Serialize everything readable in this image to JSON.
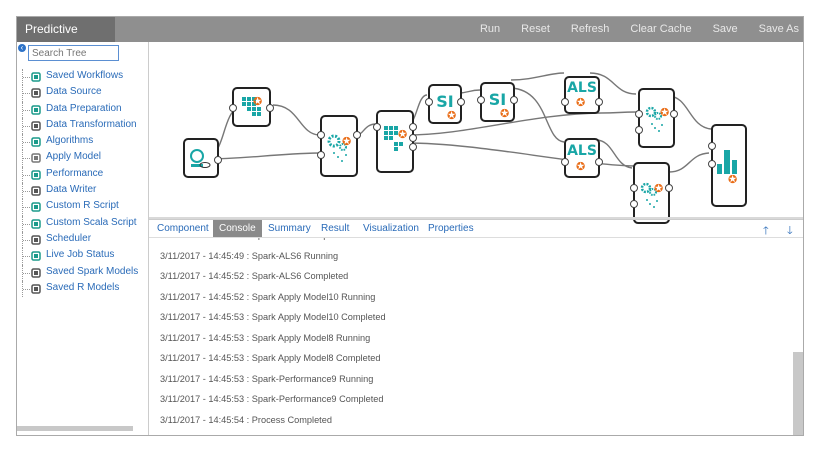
{
  "app": {
    "title": "Predictive Analysis"
  },
  "toolbar": {
    "buttons": [
      "Run",
      "Reset",
      "Refresh",
      "Clear Cache",
      "Save",
      "Save As"
    ]
  },
  "search": {
    "placeholder": "Search Tree"
  },
  "tree": [
    {
      "label": "Saved Workflows",
      "icon": "saved-workflows-icon",
      "color": "#1a9a8a"
    },
    {
      "label": "Data Source",
      "icon": "database-icon",
      "color": "#555555"
    },
    {
      "label": "Data Preparation",
      "icon": "data-preparation-icon",
      "color": "#1a9a8a"
    },
    {
      "label": "Data Transformation",
      "icon": "data-transformation-icon",
      "color": "#555555"
    },
    {
      "label": "Algorithms",
      "icon": "algorithms-icon",
      "color": "#1a9a8a"
    },
    {
      "label": "Apply Model",
      "icon": "apply-model-icon",
      "color": "#777777"
    },
    {
      "label": "Performance",
      "icon": "performance-icon",
      "color": "#1a9a8a"
    },
    {
      "label": "Data Writer",
      "icon": "data-writer-icon",
      "color": "#555555"
    },
    {
      "label": "Custom R Script",
      "icon": "custom-r-script-icon",
      "color": "#1a9a8a"
    },
    {
      "label": "Custom Scala Script",
      "icon": "custom-scala-script-icon",
      "color": "#1a9a8a"
    },
    {
      "label": "Scheduler",
      "icon": "calendar-icon",
      "color": "#555555"
    },
    {
      "label": "Live Job Status",
      "icon": "live-job-status-icon",
      "color": "#1a9a8a"
    },
    {
      "label": "Saved Spark Models",
      "icon": "saved-spark-models-icon",
      "color": "#555555"
    },
    {
      "label": "Saved R Models",
      "icon": "saved-r-models-icon",
      "color": "#555555"
    }
  ],
  "workflow": {
    "nodes": [
      {
        "id": "n1",
        "label": "",
        "type": "data-source-icon"
      },
      {
        "id": "n2",
        "label": "",
        "type": "data-preparation-icon"
      },
      {
        "id": "n3",
        "label": "",
        "type": "algorithm-gears-icon"
      },
      {
        "id": "n4",
        "label": "",
        "type": "split-icon"
      },
      {
        "id": "n5",
        "label": "SI",
        "type": "string-indexer"
      },
      {
        "id": "n6",
        "label": "SI",
        "type": "string-indexer"
      },
      {
        "id": "n7",
        "label": "ALS",
        "type": "als-model"
      },
      {
        "id": "n8",
        "label": "ALS",
        "type": "als-model"
      },
      {
        "id": "n9",
        "label": "",
        "type": "apply-model-icon"
      },
      {
        "id": "n10",
        "label": "",
        "type": "apply-model-icon"
      },
      {
        "id": "n11",
        "label": "",
        "type": "performance-chart-icon"
      }
    ],
    "accent": "#19a6a6",
    "star_color": "#e96c16"
  },
  "tabs": [
    "Component",
    "Console",
    "Summary",
    "Result",
    "Visualization",
    "Properties"
  ],
  "active_tab": "Console",
  "console": [
    "3/11/2017 - 14:45:49 : Spark-ALS7 Completed",
    "3/11/2017 - 14:45:49 : Spark-ALS6 Running",
    "3/11/2017 - 14:45:52 : Spark-ALS6 Completed",
    "3/11/2017 - 14:45:52 : Spark Apply Model10 Running",
    "3/11/2017 - 14:45:53 : Spark Apply Model10 Completed",
    "3/11/2017 - 14:45:53 : Spark Apply Model8 Running",
    "3/11/2017 - 14:45:53 : Spark Apply Model8 Completed",
    "3/11/2017 - 14:45:53 : Spark-Performance9 Running",
    "3/11/2017 - 14:45:53 : Spark-Performance9 Completed",
    "3/11/2017 - 14:45:54 : Process Completed"
  ],
  "colors": {
    "header": "#8f8f8f",
    "title_bg": "#6f6f6f",
    "link": "#2a6bb8"
  }
}
